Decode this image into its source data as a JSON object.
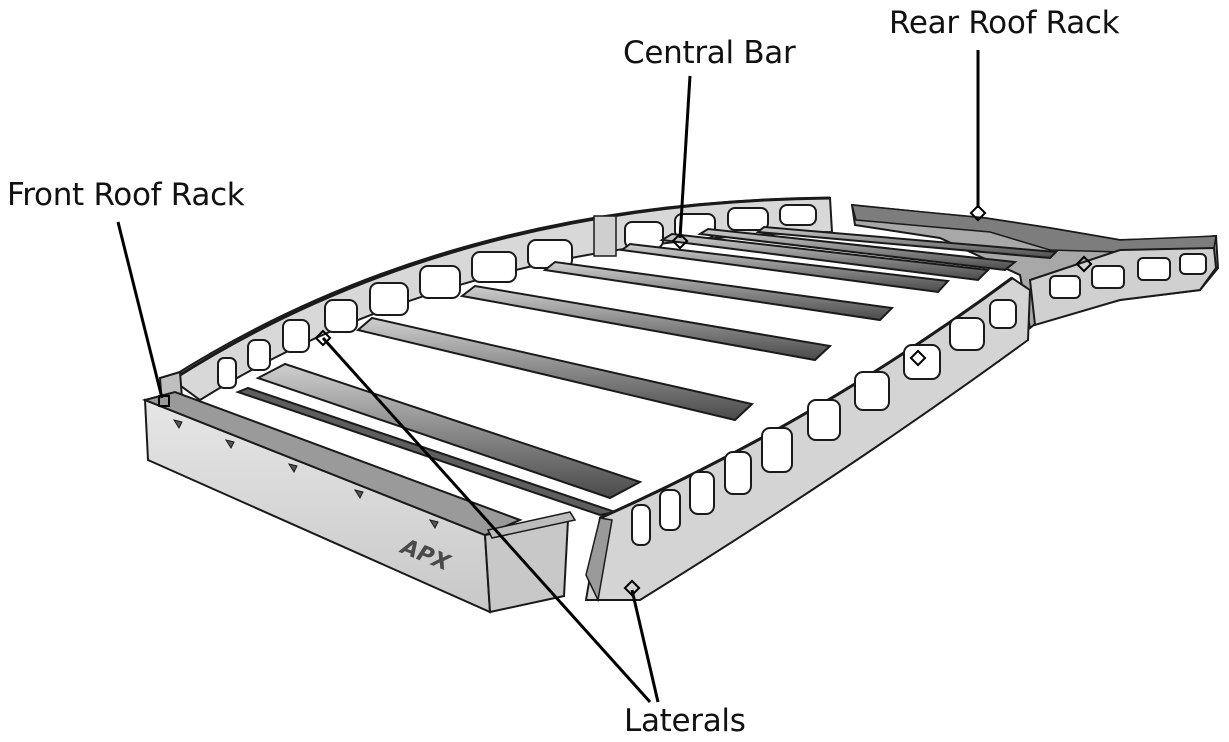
{
  "labels": {
    "front_roof_rack": "Front Roof Rack",
    "central_bar": "Central Bar",
    "rear_roof_rack": "Rear Roof Rack",
    "laterals": "Laterals"
  },
  "brand_mark": "APX",
  "colors": {
    "outline": "#1a1a1a",
    "panel_light": "#d9d9d9",
    "panel_mid": "#bdbdbd",
    "panel_dark": "#8c8c8c",
    "leader_line": "#000000"
  }
}
